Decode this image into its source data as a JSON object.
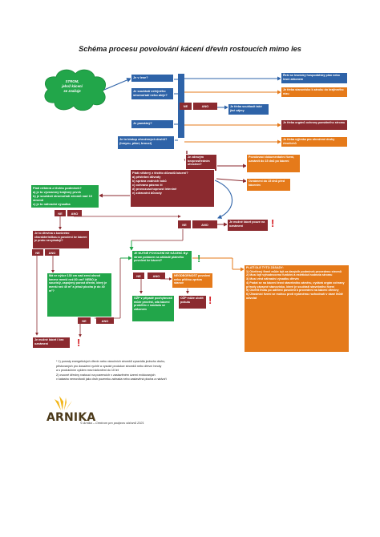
{
  "title": "Schéma procesu povolování kácení dřevin rostoucích mimo les",
  "cloud": {
    "line1": "STROM,",
    "line2": "jehož kácení",
    "line3": "se zvažuje"
  },
  "q_les": "Je v lese?",
  "q_souvis": "Je součástí veřejného stromořadí nebo aleje?",
  "q_pamatny": "Je památný?",
  "q_ohrozeny": "Je to biotop ohrožených druhů? (hmyzu, ptáci, brouci)",
  "r_les": "Řeší se lesnický hospodářský plán nebo lesní zákonem",
  "r_souvis": "Je třeba stanovisko k záruku do krajinného rázu",
  "r_pamatny": "Je třeba orgánů ochrany památného stromu",
  "r_ohrozeny": "Je třeba výjimka pro ohrožené druhy živočichů",
  "ne1": "NE",
  "ano1": "ANO",
  "r_souhlas": "Je třeba souhlasit také jiné zájmy",
  "q_zdrav": "Je zdravým bezprostředním ohrožení?",
  "r_dokument": "Povolovací dokumentační řízení, oznámit do 15 dnů po kácení",
  "q_duvody_title": "Platí některý z těchto důvodů kácení?",
  "q_duvody": [
    "a) pěstební důvody",
    "b) správa vodních toků",
    "c) ochrana pásmo či",
    "d) provozuschopnost letenině",
    "e) zdravotní důvody"
  ],
  "r_oznameni15": "Oznámení do 15 dnů před kácením",
  "q_splneno_title": "Platí některá z těchto podmínek?",
  "q_splneno": [
    "a) je to významný krajinný prvek",
    "b) je součástí stromořadí stromů nad 10 stromů",
    "c) je to náhradní výsadba"
  ],
  "ne2": "NE",
  "ano2": "ANO",
  "ne3": "NE",
  "ano3": "ANO",
  "r_kaceni_oznameni": "Je možné kácet pouze na oznámení",
  "q_charakter": "Je to dřevina s konkrétní charakteristikou a povolení ke kácení je proto nevyžadují?",
  "ne4": "NE",
  "ano4": "ANO",
  "q_obvod": "Má ve výšce 130 cm nad zemí obvod kmene menší než 80 cm? NEBO je souvislý, zapojený porost dřevin, který je menší než 40 m² a jehož plocha je do 40 m²?",
  "ne5": "NE",
  "ano5": "ANO",
  "r_bez": "Je možné kácet i bez oznámení",
  "q_nutne": "JE NUTNÉ POVOLENÍ KE KÁCENÍ. Byl strom pokácen na základě platného povolení ke kácení?",
  "ne6": "NE",
  "ano6": "ANO",
  "r_neodborne": "NEODBORNOST povolení nebo přičinu zpráva stanov",
  "r_ozp_pripad": "OŽP v případě pochybností může provést, zda kácení proběhlo v souladu se zákonem",
  "r_ozp_pokuta": "OŽP může uložit pokutu",
  "zasady_title": "PLATÍ DLE TYTO ZÁSADY:",
  "zasady": [
    "1) Ošetřený firmě může být za danýcih podmínek provedeno stromů",
    "2) Musí být vyhodnoceno funkční a estetická hodnota stromu",
    "3) Musí vést náhradní výsadbu dřevin",
    "4) Podat se na kácení lesní stavebního záměru, vydává orgán ochrany přírody závazné stanovisko, které je součástí stavebního řízení",
    "5) Ošetřit lhůtu po udělení povolení k provedení na kácení dřeviny",
    "6) Účastníci řízení se mohou proti vydanému rozhodnutí v dané lhůtě odvolat"
  ],
  "footnote": [
    "*  1) porosty energetických dřevin nebo vánočních stromků zpravidla jednoho druhu,",
    "pěstovaných pro dosažení rychlé a vysoké produkce stromků nebo dřevní hmoty",
    "a s produkčním cyklem mezi sklizněmi do 10 let",
    "2) ovocné dřeviny rostoucí na pozemcích v zastavěném území evidovaných",
    "v katastru nemovitostí jako druh pozemku zahrada nebo zastavěná plocha a nádvoří"
  ],
  "logo": "ARNIKA",
  "copyright": "© Arnika – Centrum pro podporu občanů 2021",
  "colors": {
    "blue": "#2e63a8",
    "green": "#22a64a",
    "maroon": "#8b2a2f",
    "orange": "#e57a1a",
    "red": "#d62027"
  }
}
